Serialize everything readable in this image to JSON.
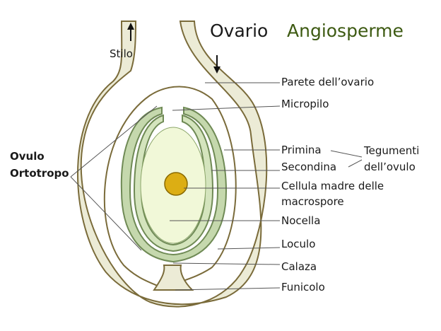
{
  "title": {
    "part1": "Ovario",
    "part2": "Angiosperme"
  },
  "stilo_label": "Stilo",
  "side_label": {
    "line1": "Ovulo",
    "line2": "Ortotropo"
  },
  "labels": {
    "parete": "Parete dell’ovario",
    "micropilo": "Micropilo",
    "primina": "Primina",
    "secondina": "Secondina",
    "cellula_1": "Cellula madre delle",
    "cellula_2": "macrospore",
    "nocella": "Nocella",
    "loculo": "Loculo",
    "calaza": "Calaza",
    "funicolo": "Funicolo"
  },
  "group_label": {
    "line1": "Tegumenti",
    "line2": "dell’ovulo"
  },
  "colors": {
    "wall_fill": "#ecebd6",
    "wall_stroke": "#7a6b3a",
    "integument_fill": "#c5d8ad",
    "integument_stroke": "#6f8a55",
    "nucellus_fill": "#f1f8d8",
    "cell_fill": "#dcae14",
    "cell_stroke": "#8a6a00",
    "title_accent": "#3d5a12"
  }
}
